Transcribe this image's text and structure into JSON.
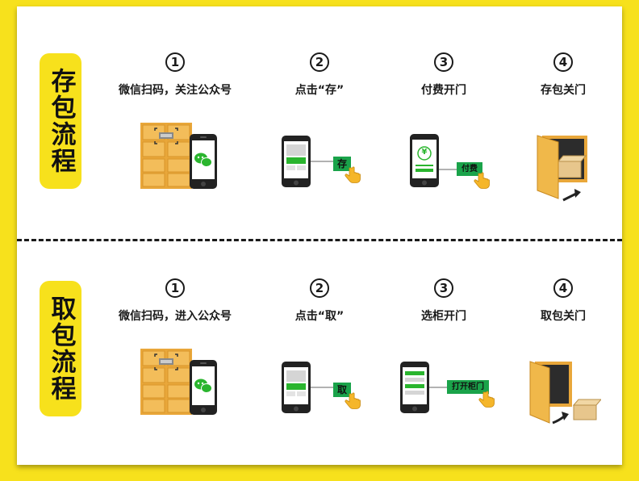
{
  "sections": [
    {
      "label": "存包流程",
      "steps": [
        {
          "num": "1",
          "title": "微信扫码，关注公众号"
        },
        {
          "num": "2",
          "title": "点击“存”",
          "button": "存"
        },
        {
          "num": "3",
          "title": "付费开门",
          "button": "付费",
          "currency": "¥"
        },
        {
          "num": "4",
          "title": "存包关门"
        }
      ]
    },
    {
      "label": "取包流程",
      "steps": [
        {
          "num": "1",
          "title": "微信扫码，进入公众号"
        },
        {
          "num": "2",
          "title": "点击“取”",
          "button": "取"
        },
        {
          "num": "3",
          "title": "选柜开门",
          "button": "打开柜门"
        },
        {
          "num": "4",
          "title": "取包关门"
        }
      ]
    }
  ],
  "colors": {
    "brand_yellow": "#f7e11c",
    "locker_orange": "#f0b84a",
    "wechat_green": "#2ab52e",
    "button_green": "#1aa34a",
    "phone_black": "#222222"
  },
  "icons": [
    "locker-icon",
    "phone-icon",
    "wechat-icon",
    "hand-pointer-icon",
    "arrow-icon",
    "package-icon",
    "qr-scan-icon"
  ]
}
